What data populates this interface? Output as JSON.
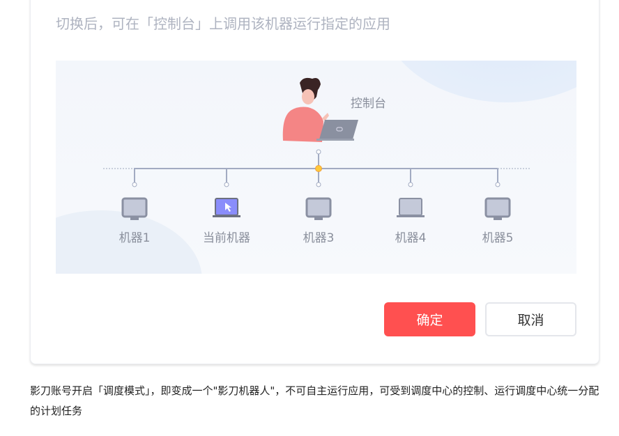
{
  "dialog": {
    "title": "切换后，可在「控制台」上调用该机器运行指定的应用",
    "console_label": "控制台",
    "machines": [
      {
        "label": "机器1",
        "icon": "monitor-icon"
      },
      {
        "label": "当前机器",
        "icon": "laptop-cursor-icon"
      },
      {
        "label": "机器3",
        "icon": "monitor-icon"
      },
      {
        "label": "机器4",
        "icon": "laptop-icon"
      },
      {
        "label": "机器5",
        "icon": "monitor-icon"
      }
    ],
    "confirm": "确定",
    "cancel": "取消",
    "accent": "#ff5050"
  },
  "description": "影刀账号开启「调度模式」，即变成一个\"影刀机器人\"，不可自主运行应用，可受到调度中心的控制、运行调度中心统一分配的计划任务"
}
